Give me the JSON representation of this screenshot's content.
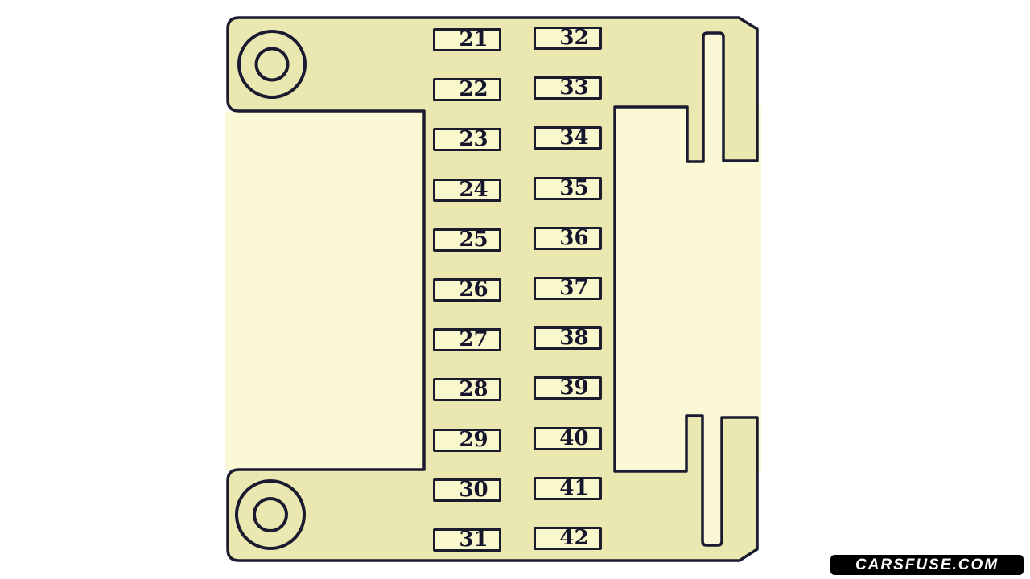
{
  "diagram": {
    "title": "fuse-box-diagram",
    "fuses": {
      "left": [
        "21",
        "22",
        "23",
        "24",
        "25",
        "26",
        "27",
        "28",
        "29",
        "30",
        "31"
      ],
      "right": [
        "32",
        "33",
        "34",
        "35",
        "36",
        "37",
        "38",
        "39",
        "40",
        "41",
        "42"
      ]
    },
    "watermark": "CARSFUSE.COM",
    "colors": {
      "body_khaki": "#ebe7b0",
      "panel_cream": "#fbf9d5",
      "fuse_fill": "#f9f7cc",
      "outline": "#1a1a30",
      "watermark_bg": "#000000",
      "watermark_text": "#ffffff"
    }
  }
}
